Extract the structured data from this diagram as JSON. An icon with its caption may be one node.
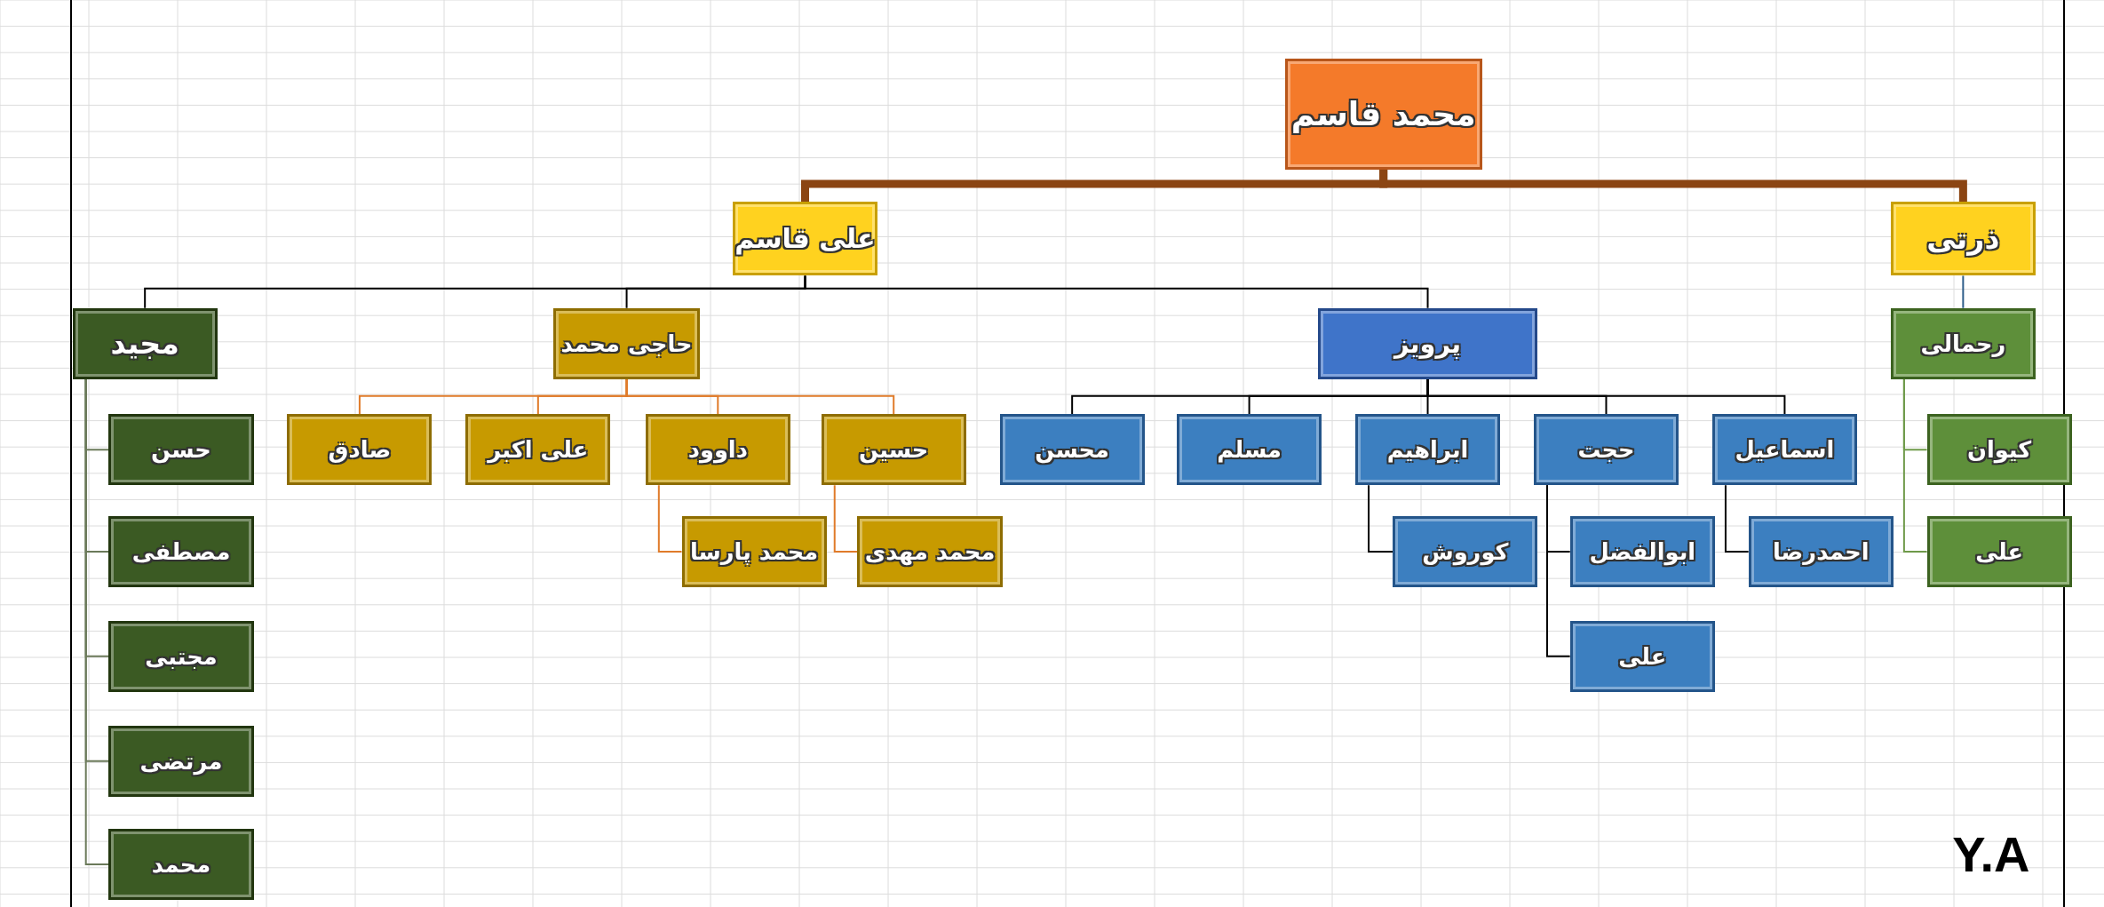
{
  "diagram": {
    "nodes": [
      {
        "text": [
          "محمد قاسم"
        ]
      },
      {
        "text": [
          "علی قاسم"
        ]
      },
      {
        "text": [
          "ذرتی"
        ]
      },
      {
        "text": [
          "مجید"
        ]
      },
      {
        "text": [
          "حاجی محمد"
        ]
      },
      {
        "text": [
          "پرویز"
        ]
      },
      {
        "text": [
          "رحمالی"
        ]
      },
      {
        "text": [
          "حسین"
        ]
      },
      {
        "text": [
          "داوود"
        ]
      },
      {
        "text": [
          "علی اکبر"
        ]
      },
      {
        "text": [
          "صادق"
        ]
      },
      {
        "text": [
          "اسماعیل"
        ]
      },
      {
        "text": [
          "حجت"
        ]
      },
      {
        "text": [
          "ابراهیم"
        ]
      },
      {
        "text": [
          "مسلم"
        ]
      },
      {
        "text": [
          "محسن"
        ]
      },
      {
        "text": [
          "کیوان"
        ]
      },
      {
        "text": [
          "علی"
        ]
      },
      {
        "text": [
          "حسن"
        ]
      },
      {
        "text": [
          "مصطفی"
        ]
      },
      {
        "text": [
          "مجتبی"
        ]
      },
      {
        "text": [
          "مرتضی"
        ]
      },
      {
        "text": [
          "محمد"
        ]
      },
      {
        "text": [
          "محمد مهدی"
        ]
      },
      {
        "text": [
          "محمد پارسا"
        ]
      },
      {
        "text": [
          "احمدرضا"
        ]
      },
      {
        "text": [
          "ابوالفضل"
        ]
      },
      {
        "text": [
          "علی"
        ]
      },
      {
        "text": [
          "کوروش"
        ]
      }
    ],
    "edges": [
      {
        "from": 0,
        "to": 1,
        "arrow": "none",
        "style": "thick",
        "color": "#8b4513"
      },
      {
        "from": 0,
        "to": 2,
        "arrow": "none",
        "style": "thick",
        "color": "#8b4513"
      },
      {
        "from": 1,
        "to": 3,
        "arrow": "none"
      },
      {
        "from": 1,
        "to": 4,
        "arrow": "none"
      },
      {
        "from": 1,
        "to": 5,
        "arrow": "none"
      },
      {
        "from": 2,
        "to": 6,
        "arrow": "none",
        "color": "#2e5d8a"
      },
      {
        "from": 4,
        "to": 7,
        "arrow": "none",
        "color": "#e07b2a"
      },
      {
        "from": 4,
        "to": 8,
        "arrow": "none",
        "color": "#e07b2a"
      },
      {
        "from": 4,
        "to": 9,
        "arrow": "none",
        "color": "#e07b2a"
      },
      {
        "from": 4,
        "to": 10,
        "arrow": "none",
        "color": "#e07b2a"
      },
      {
        "from": 5,
        "to": 11,
        "arrow": "none"
      },
      {
        "from": 5,
        "to": 12,
        "arrow": "none"
      },
      {
        "from": 5,
        "to": 13,
        "arrow": "none"
      },
      {
        "from": 5,
        "to": 14,
        "arrow": "none"
      },
      {
        "from": 5,
        "to": 15,
        "arrow": "none"
      },
      {
        "from": 6,
        "to": 16,
        "arrow": "none",
        "color": "#6f9a4a"
      },
      {
        "from": 6,
        "to": 17,
        "arrow": "none",
        "color": "#6f9a4a"
      },
      {
        "from": 3,
        "to": 18,
        "arrow": "none",
        "color": "#6b7a5a"
      },
      {
        "from": 3,
        "to": 19,
        "arrow": "none",
        "color": "#6b7a5a"
      },
      {
        "from": 3,
        "to": 20,
        "arrow": "none",
        "color": "#6b7a5a"
      },
      {
        "from": 3,
        "to": 21,
        "arrow": "none",
        "color": "#6b7a5a"
      },
      {
        "from": 3,
        "to": 22,
        "arrow": "none",
        "color": "#6b7a5a"
      },
      {
        "from": 7,
        "to": 23,
        "arrow": "none",
        "color": "#e07b2a"
      },
      {
        "from": 8,
        "to": 24,
        "arrow": "none",
        "color": "#e07b2a"
      },
      {
        "from": 11,
        "to": 25,
        "arrow": "none"
      },
      {
        "from": 12,
        "to": 26,
        "arrow": "none"
      },
      {
        "from": 12,
        "to": 27,
        "arrow": "none"
      },
      {
        "from": 13,
        "to": 28,
        "arrow": "none"
      }
    ],
    "labels": [
      "Y.A"
    ]
  }
}
